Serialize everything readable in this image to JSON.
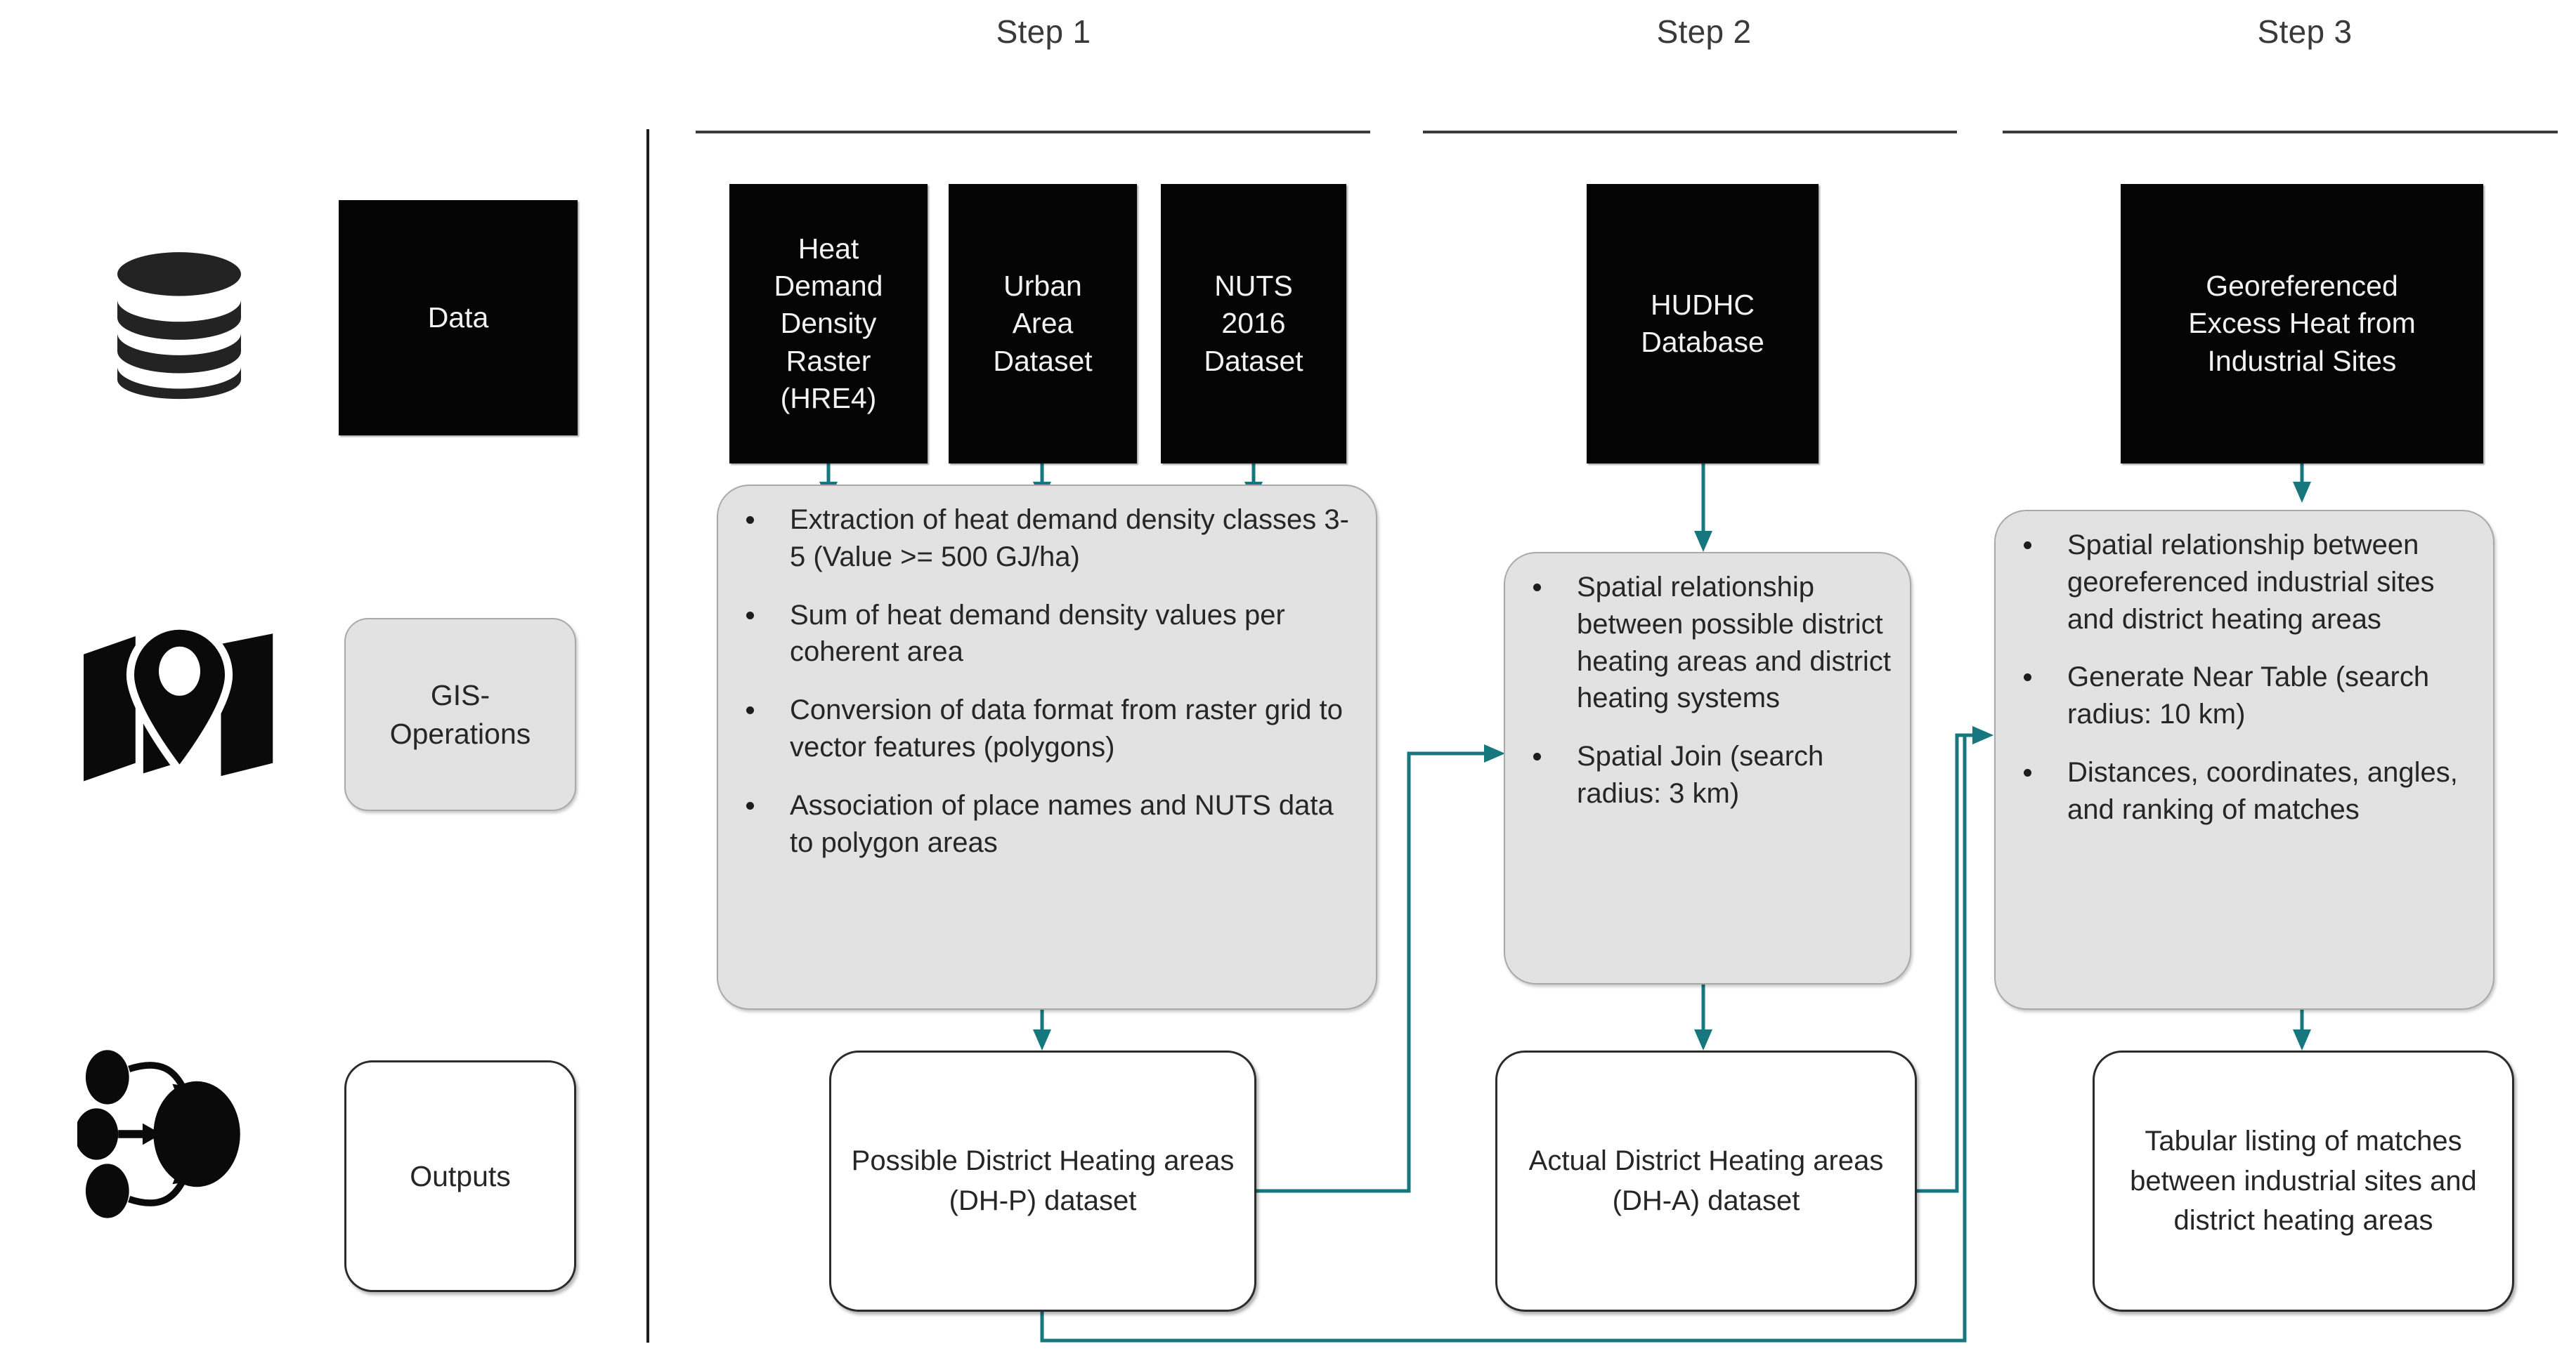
{
  "colors": {
    "connector_teal": "#17777f",
    "data_box_fill": "#050505",
    "gis_box_fill": "#e2e2e2",
    "output_box_fill": "#ffffff",
    "divider": "#1d1d1d"
  },
  "steps": [
    {
      "label": "Step 1"
    },
    {
      "label": "Step 2"
    },
    {
      "label": "Step 3"
    }
  ],
  "legend": {
    "rows": [
      {
        "icon": "database-icon",
        "label": "Data"
      },
      {
        "icon": "map-pin-icon",
        "label": "GIS-\nOperations"
      },
      {
        "icon": "network-nodes-icon",
        "label": "Outputs"
      }
    ],
    "gis_label_line1": "GIS-",
    "gis_label_line2": "Operations"
  },
  "step1": {
    "data_boxes": [
      {
        "text": "Heat\nDemand\nDensity\nRaster\n(HRE4)"
      },
      {
        "text": "Urban\nArea\nDataset"
      },
      {
        "text": "NUTS\n2016\nDataset"
      }
    ],
    "gis_bullets": [
      "Extraction of heat demand density classes 3-5 (Value >= 500 GJ/ha)",
      "Sum of heat demand density values per coherent area",
      "Conversion of data format from raster grid to vector features (polygons)",
      "Association of place names and NUTS data to polygon areas"
    ],
    "output": "Possible District Heating areas (DH-P) dataset"
  },
  "step2": {
    "data_boxes": [
      {
        "text": "HUDHC\nDatabase"
      }
    ],
    "gis_bullets": [
      "Spatial relationship between possible district heating areas and district heating systems",
      "Spatial Join (search radius: 3 km)"
    ],
    "output": "Actual District Heating areas (DH-A) dataset"
  },
  "step3": {
    "data_boxes": [
      {
        "text": "Georeferenced\nExcess Heat from\nIndustrial Sites"
      }
    ],
    "gis_bullets": [
      "Spatial relationship between georeferenced industrial sites and district heating areas",
      "Generate Near Table (search radius: 10 km)",
      "Distances, coordinates, angles, and ranking of matches"
    ],
    "output": "Tabular listing of matches between industrial sites and district heating areas"
  }
}
